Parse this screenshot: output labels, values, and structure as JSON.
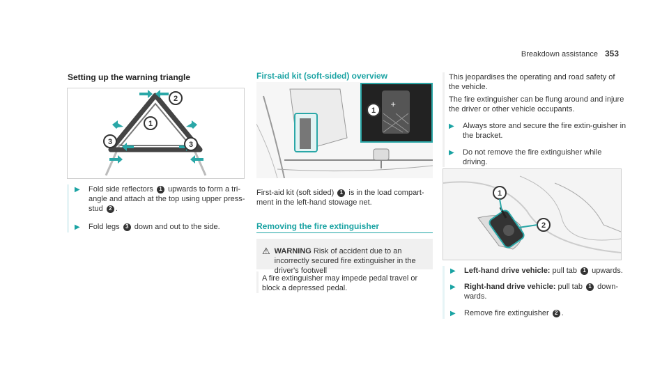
{
  "header": {
    "section": "Breakdown assistance",
    "page_number": "353"
  },
  "col1": {
    "title": "Setting up the warning triangle",
    "figure_callouts": [
      "2",
      "1",
      "3",
      "3"
    ],
    "step1_a": "Fold side reflectors",
    "step1_b": "upwards to form a tri-angle and attach at the top using upper press-stud",
    "step1_c": ".",
    "step1_badge1": "1",
    "step1_badge2": "2",
    "step2_a": "Fold legs",
    "step2_badge": "3",
    "step2_b": "down and out to the side."
  },
  "col2": {
    "title": "First-aid kit (soft-sided) overview",
    "figure_callout": "1",
    "body_a": "First-aid kit (soft sided)",
    "body_badge": "1",
    "body_b": "is in the load compart-ment in the left-hand stowage net.",
    "title2": "Removing the fire extinguisher",
    "warning_label": "WARNING",
    "warning_text": "Risk of accident due to an incorrectly secured fire extinguisher in the driver's footwell",
    "warning_body": "A fire extinguisher may impede pedal travel or block a depressed pedal."
  },
  "col3": {
    "p1": "This jeopardises the operating and road safety of the vehicle.",
    "p2": "The fire extinguisher can be flung around and injure the driver or other vehicle occupants.",
    "bullet1": "Always store and secure the fire extin-guisher in the bracket.",
    "bullet2": "Do not remove the fire extinguisher while driving.",
    "figure_callouts": [
      "1",
      "2"
    ],
    "step1_label": "Left-hand drive vehicle:",
    "step1_a": "pull tab",
    "step1_badge": "1",
    "step1_b": "upwards.",
    "step2_label": "Right-hand drive vehicle:",
    "step2_a": "pull tab",
    "step2_badge": "1",
    "step2_b": "down-wards.",
    "step3_a": "Remove fire extinguisher",
    "step3_badge": "2",
    "step3_b": "."
  }
}
